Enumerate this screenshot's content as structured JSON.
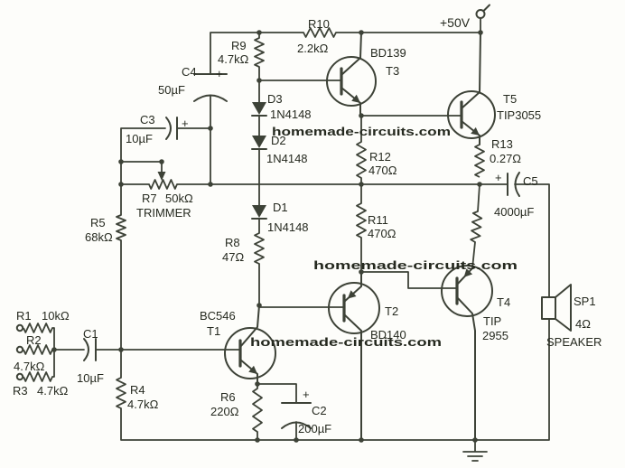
{
  "supply": {
    "label": "+50V"
  },
  "watermark": {
    "text": "homemade-circuits.com",
    "color": "#c21616"
  },
  "resistors": {
    "r1": {
      "ref": "R1",
      "value": "10kΩ"
    },
    "r2": {
      "ref": "R2",
      "value": "4.7kΩ"
    },
    "r3": {
      "ref": "R3",
      "value": "4.7kΩ"
    },
    "r4": {
      "ref": "R4",
      "value": "4.7kΩ"
    },
    "r5": {
      "ref": "R5",
      "value": "68kΩ"
    },
    "r6": {
      "ref": "R6",
      "value": "220Ω"
    },
    "r7": {
      "ref": "R7",
      "value": "50kΩ",
      "type": "TRIMMER"
    },
    "r8": {
      "ref": "R8",
      "value": "47Ω"
    },
    "r9": {
      "ref": "R9",
      "value": "4.7kΩ"
    },
    "r10": {
      "ref": "R10",
      "value": "2.2kΩ"
    },
    "r11": {
      "ref": "R11",
      "value": "470Ω"
    },
    "r12": {
      "ref": "R12",
      "value": "470Ω"
    },
    "r13": {
      "ref": "R13",
      "value": "0.27Ω"
    }
  },
  "capacitors": {
    "c1": {
      "ref": "C1",
      "value": "10µF"
    },
    "c2": {
      "ref": "C2",
      "value": "200µF",
      "polarity": "+"
    },
    "c3": {
      "ref": "C3",
      "value": "10µF",
      "polarity": "+"
    },
    "c4": {
      "ref": "C4",
      "value": "50µF",
      "polarity": "+"
    },
    "c5": {
      "ref": "C5",
      "value": "4000µF",
      "polarity": "+"
    }
  },
  "diodes": {
    "d1": {
      "ref": "D1",
      "part": "1N4148"
    },
    "d2": {
      "ref": "D2",
      "part": "1N4148"
    },
    "d3": {
      "ref": "D3",
      "part": "1N4148"
    }
  },
  "transistors": {
    "t1": {
      "ref": "T1",
      "part": "BC546"
    },
    "t2": {
      "ref": "T2",
      "part": "BD140"
    },
    "t3": {
      "ref": "T3",
      "part": "BD139"
    },
    "t4": {
      "ref": "T4",
      "part_line1": "TIP",
      "part_line2": "2955"
    },
    "t5": {
      "ref": "T5",
      "part": "TIP3055"
    }
  },
  "speaker": {
    "ref": "SP1",
    "impedance": "4Ω",
    "label": "SPEAKER"
  }
}
